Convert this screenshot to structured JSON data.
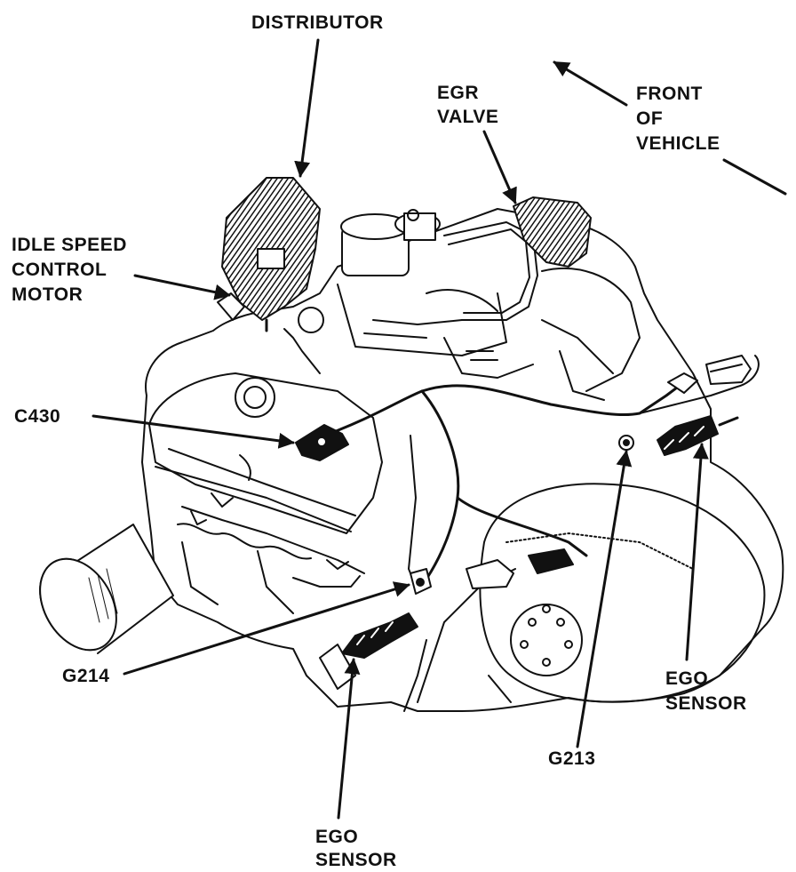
{
  "labels": {
    "distributor": "DISTRIBUTOR",
    "egr_valve": [
      "EGR",
      "VALVE"
    ],
    "front_of_vehicle": [
      "FRONT",
      "OF",
      "VEHICLE"
    ],
    "idle_speed_control_motor": [
      "IDLE SPEED",
      "CONTROL",
      "MOTOR"
    ],
    "c430": "C430",
    "g214": "G214",
    "g213": "G213",
    "ego_sensor_right": [
      "EGO",
      "SENSOR"
    ],
    "ego_sensor_bottom": [
      "EGO",
      "SENSOR"
    ]
  },
  "colors": {
    "ink": "#111111",
    "background": "#ffffff"
  }
}
